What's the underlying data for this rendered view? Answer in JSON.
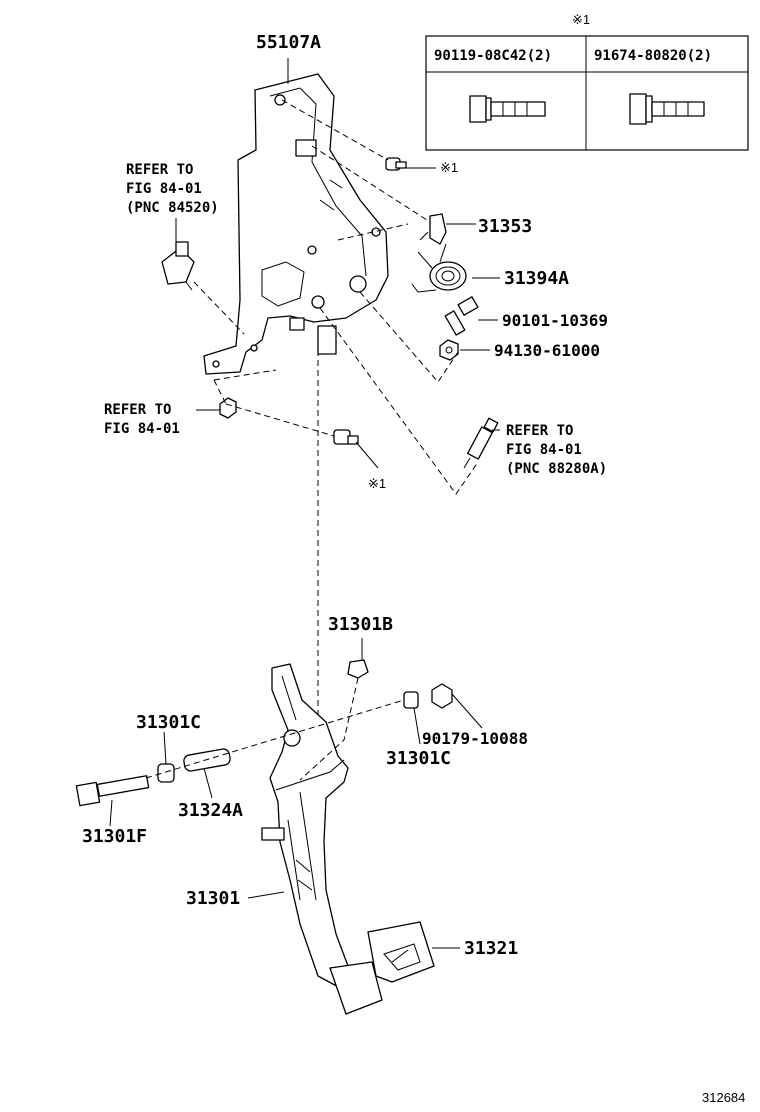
{
  "diagram_id": "312684",
  "bolt_table": {
    "mark": "※1",
    "col1": "90119-08C42(2)",
    "col2": "91674-80820(2)"
  },
  "callouts": {
    "bracket": "55107A",
    "ref_1_line1": "REFER TO",
    "ref_1_line2": "FIG 84-01",
    "ref_1_line3": "(PNC 84520)",
    "mark_top": "※1",
    "clip": "31353",
    "spring": "31394A",
    "bolt": "90101-10369",
    "nut": "94130-61000",
    "ref_2_line1": "REFER TO",
    "ref_2_line2": "FIG 84-01",
    "ref_3_line1": "REFER TO",
    "ref_3_line2": "FIG 84-01",
    "ref_3_line3": "(PNC 88280A)",
    "mark_bottom": "※1",
    "cushion": "31301B",
    "bushing_left": "31301C",
    "nut_right": "90179-10088",
    "bushing_right": "31301C",
    "pivot_bolt": "31301F",
    "collar": "31324A",
    "pedal": "31301",
    "pedal_pad": "31321"
  }
}
